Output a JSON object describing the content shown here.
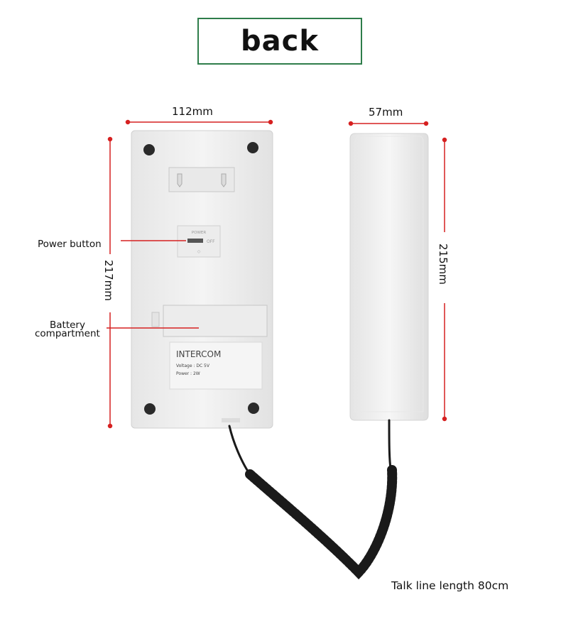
{
  "title": "back",
  "dimensions": {
    "base_width": "112mm",
    "base_height": "217mm",
    "handset_width": "57mm",
    "handset_height": "215mm"
  },
  "callouts": {
    "power_button": "Power button",
    "battery_line1": "Battery",
    "battery_line2": "compartment",
    "cord_length": "Talk line length 80cm"
  },
  "device_label": {
    "name": "INTERCOM",
    "voltage": "Voltage : DC 5V",
    "power": "Power : 2W",
    "switch_title": "POWER",
    "switch_off": "OFF"
  },
  "colors": {
    "accent_border": "#2e7d4a",
    "dimension_line": "#d62020",
    "device_body": "#eeeeee"
  }
}
